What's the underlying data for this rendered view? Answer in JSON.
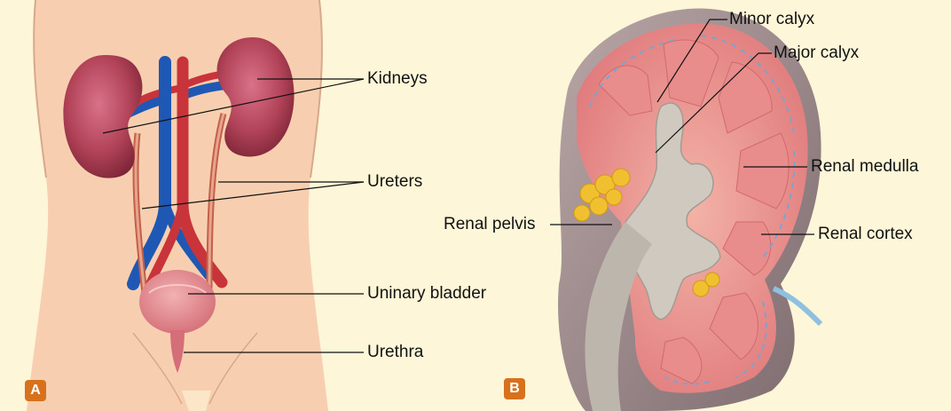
{
  "panel_a": {
    "badge": "A",
    "labels": {
      "kidneys": "Kidneys",
      "ureters": "Ureters",
      "bladder": "Uninary bladder",
      "urethra": "Urethra"
    }
  },
  "panel_b": {
    "badge": "B",
    "labels": {
      "minor_calyx": "Minor calyx",
      "major_calyx": "Major calyx",
      "renal_medulla": "Renal medulla",
      "renal_pelvis": "Renal pelvis",
      "renal_cortex": "Renal cortex"
    }
  },
  "colors": {
    "background": "#fdf6d8",
    "skin": "#f7cfb0",
    "kidney": "#b24358",
    "artery": "#c8343a",
    "vein": "#1f58b4",
    "badge": "#d8711c",
    "fat": "#f0c030",
    "medulla": "#e98c8c"
  }
}
